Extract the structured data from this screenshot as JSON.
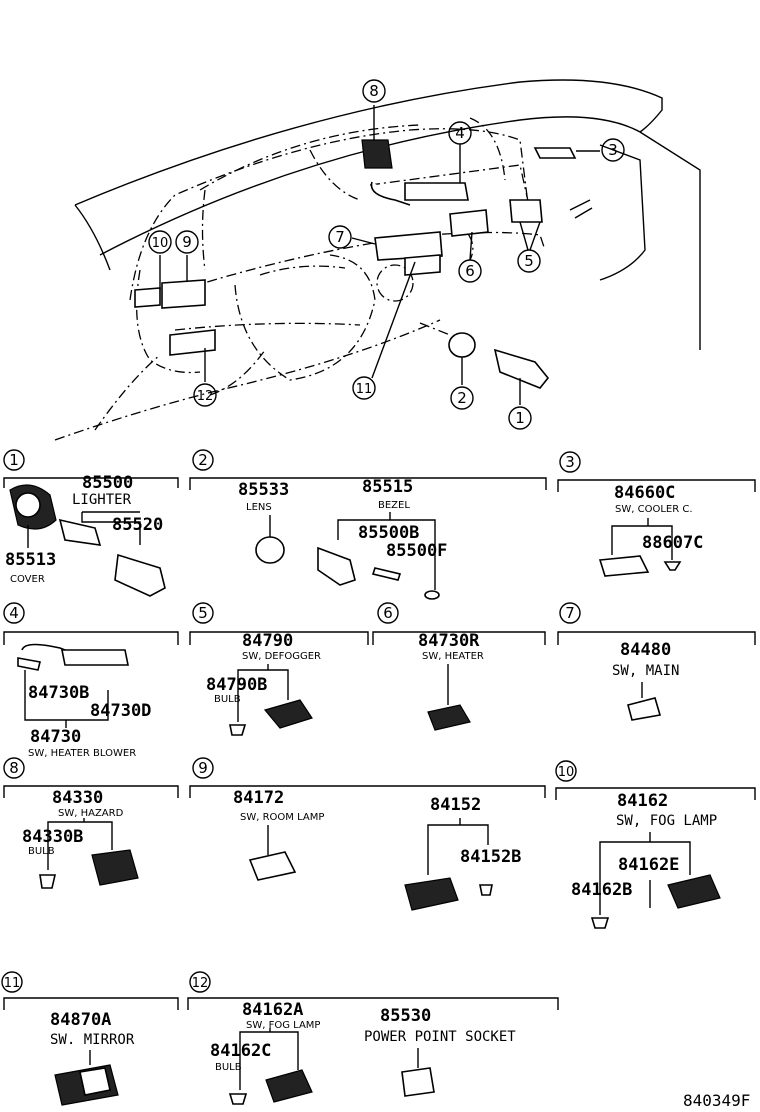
{
  "callouts": {
    "c1": "1",
    "c2": "2",
    "c3": "3",
    "c4": "4",
    "c5": "5",
    "c6": "6",
    "c7": "7",
    "c8": "8",
    "c9": "9",
    "c10": "10",
    "c11": "11",
    "c12": "12"
  },
  "panel1": {
    "n1": "85500",
    "t1": "LIGHTER",
    "n2": "85520",
    "n3": "85513",
    "t3": "COVER"
  },
  "panel2": {
    "n1": "85533",
    "t1": "LENS",
    "n2": "85515",
    "t2": "BEZEL",
    "n3": "85500B",
    "n4": "85500F"
  },
  "panel3": {
    "n1": "84660C",
    "t1": "SW, COOLER C.",
    "n2": "88607C"
  },
  "panel4": {
    "n1": "84730B",
    "n2": "84730D",
    "n3": "84730",
    "t3": "SW, HEATER BLOWER"
  },
  "panel5": {
    "n1": "84790",
    "t1": "SW, DEFOGGER",
    "n2": "84790B",
    "t2": "BULB"
  },
  "panel6": {
    "n1": "84730R",
    "t1": "SW, HEATER"
  },
  "panel7": {
    "n1": "84480",
    "t1": "SW, MAIN"
  },
  "panel8": {
    "n1": "84330",
    "t1": "SW, HAZARD",
    "n2": "84330B",
    "t2": "BULB"
  },
  "panel9": {
    "n1": "84172",
    "t1": "SW, ROOM LAMP",
    "n2": "84152",
    "n3": "84152B"
  },
  "panel10": {
    "n1": "84162",
    "t1": "SW, FOG LAMP",
    "n2": "84162E",
    "n3": "84162B"
  },
  "panel11": {
    "n1": "84870A",
    "t1": "SW. MIRROR"
  },
  "panel12": {
    "n1": "84162A",
    "t1": "SW, FOG LAMP",
    "n2": "84162C",
    "t2": "BULB",
    "n3": "85530",
    "t3": "POWER POINT SOCKET"
  },
  "figure_code": "840349F"
}
